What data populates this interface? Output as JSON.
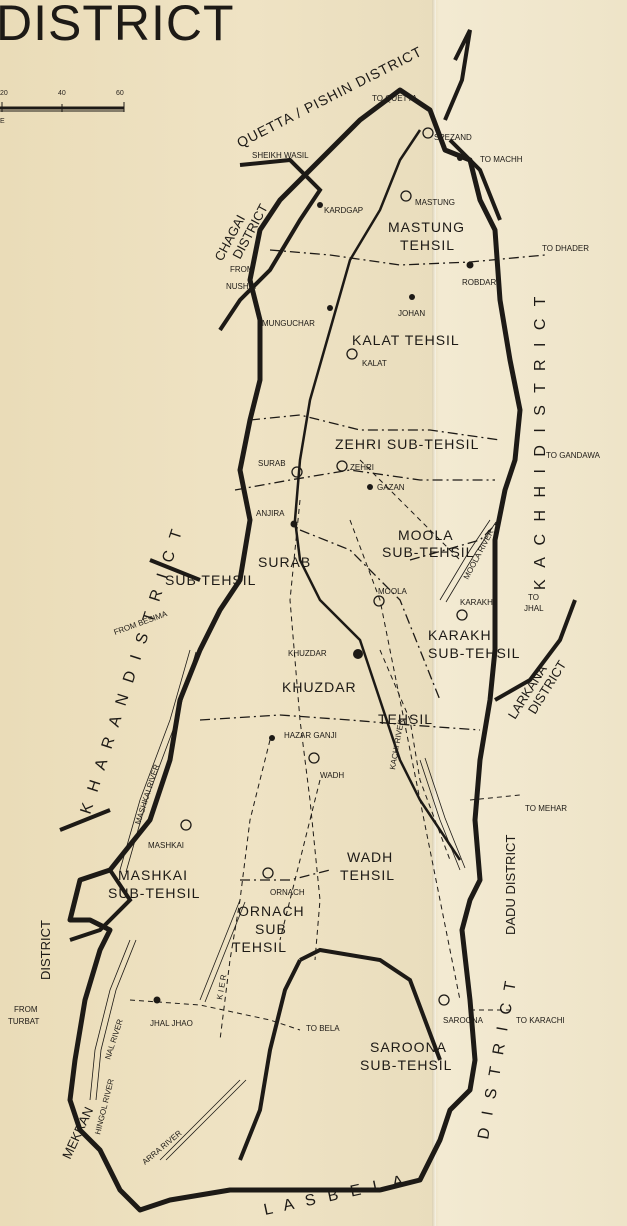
{
  "title": "DISTRICT",
  "scale": {
    "ticks": [
      "20",
      "40",
      "60"
    ],
    "unit_fragment": "E"
  },
  "districts": {
    "quetta_pishin": "QUETTA / PISHIN DISTRICT",
    "chagai": "CHAGAI",
    "chagai_district": "DISTRICT",
    "kharan": "K H A R A N   D I S T R I C T",
    "kachhi": "K A C H H I   D I S T R I C T",
    "larkana": "LARKANA",
    "larkana_district": "DISTRICT",
    "dadu": "DADU DISTRICT",
    "mekran": "MEKRAN",
    "mekran_district": "DISTRICT",
    "lasbela": "L A S B E L A",
    "lasbela_district": "D I S T R I C T"
  },
  "tehsils": {
    "mastung": "MASTUNG",
    "mastung_t": "TEHSIL",
    "kalat": "KALAT TEHSIL",
    "zehri": "ZEHRI SUB-TEHSIL",
    "moola": "MOOLA",
    "moola_t": "SUB-TEHSIL",
    "surab": "SURAB",
    "surab_t": "SUB TEHSIL",
    "karakh": "KARAKH",
    "karakh_t": "SUB-TEHSIL",
    "khuzdar": "KHUZDAR",
    "khuzdar_t": "TEHSIL",
    "wadh": "WADH",
    "wadh_t": "TEHSIL",
    "mashkai": "MASHKAI",
    "mashkai_t": "SUB-TEHSIL",
    "ornach": "ORNACH",
    "ornach_sub": "SUB",
    "ornach_t": "TEHSIL",
    "saroona": "SAROONA",
    "saroona_t": "SUB-TEHSIL"
  },
  "places": {
    "to_quetta": "TO QUETTA",
    "spezand": "SPEZAND",
    "to_machh": "TO MACHH",
    "sheikh_wasil": "SHEIKH WASIL",
    "kardgap": "KARDGAP",
    "mastung": "MASTUNG",
    "to_dhader": "TO DHADER",
    "robdar": "ROBDAR",
    "from": "FROM",
    "nushki": "NUSHKI",
    "johan": "JOHAN",
    "munguchar": "MUNGUCHAR",
    "kalat": "KALAT",
    "surab": "SURAB",
    "zehri": "ZEHRI",
    "gazan": "GAZAN",
    "to_gandawa": "TO GANDAWA",
    "anjira": "ANJIRA",
    "from_besima": "FROM BESIMA",
    "moola": "MOOLA",
    "karakh": "KARAKH",
    "to": "TO",
    "jhal": "JHAL",
    "khuzdar": "KHUZDAR",
    "hazar_ganji": "HAZAR GANJI",
    "wadh": "WADH",
    "to_mehar": "TO MEHAR",
    "mashkai": "MASHKAI",
    "ornach": "ORNACH",
    "from2": "FROM",
    "turbat": "TURBAT",
    "jhal_jhao": "JHAL JHAO",
    "to_bela": "TO BELA",
    "saroona": "SAROONA",
    "to_karachi": "TO KARACHI"
  },
  "rivers": {
    "mashkai": "MASHKAI RIVER",
    "moola": "MOOLA RIVER",
    "kachi": "KACHI RIVER",
    "nal": "NAL RIVER",
    "hingol": "HINGOL RIVER",
    "arra": "ARRA RIVER",
    "kier": "K I E R"
  },
  "colors": {
    "ink": "#1d1a16",
    "paper": "#efe3c4"
  }
}
